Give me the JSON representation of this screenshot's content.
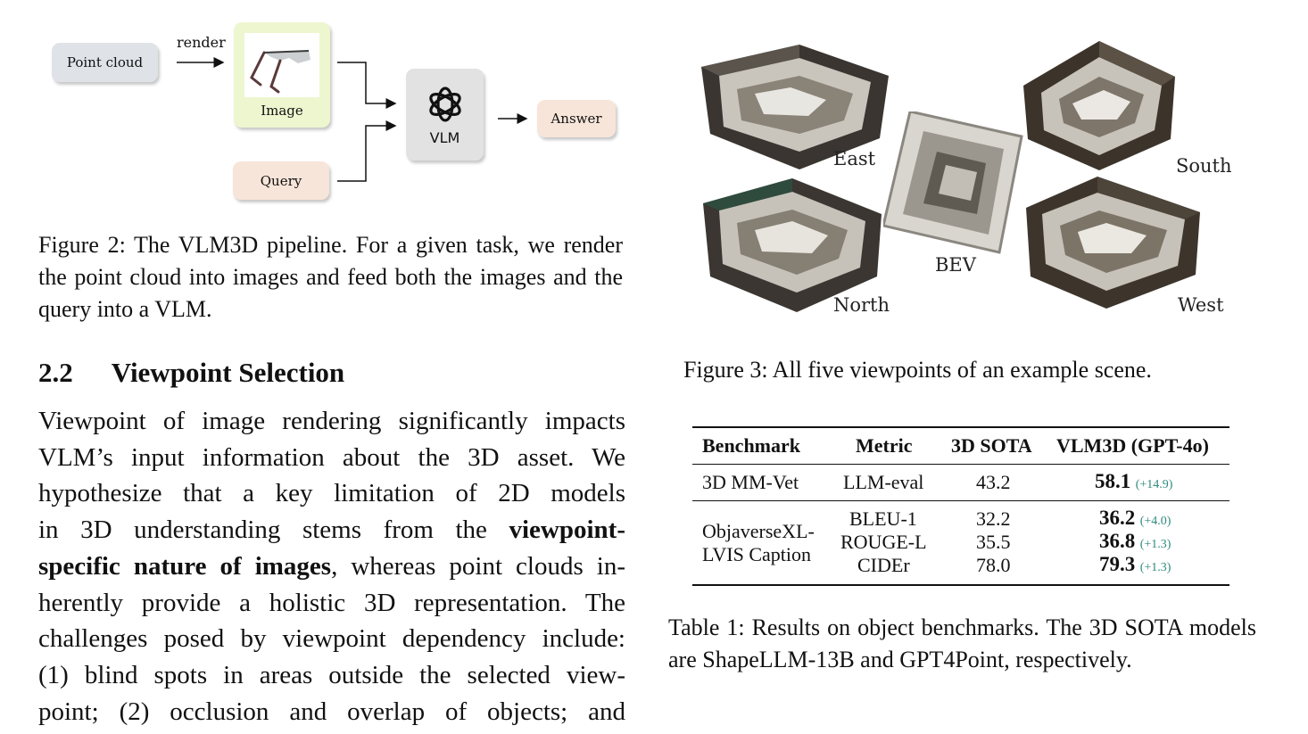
{
  "figure2": {
    "point_cloud": "Point cloud",
    "render": "render",
    "image": "Image",
    "query": "Query",
    "vlm": "VLM",
    "answer": "Answer",
    "caption": "Figure 2: The VLM3D pipeline. For a given task, we render the point cloud into images and feed both the images and the query into a VLM."
  },
  "section": {
    "number": "2.2",
    "title": "Viewpoint Selection",
    "lines": [
      "Viewpoint of image rendering significantly impacts",
      "VLM’s input information about the 3D asset. We",
      "hypothesize that a key limitation of 2D models",
      "in 3D understanding stems from the ",
      "specific nature of images",
      "herently provide a holistic 3D representation. The",
      "challenges posed by viewpoint dependency include:",
      "(1) blind spots in areas outside the selected view-",
      "point; (2) occlusion and overlap of objects; and"
    ],
    "bold_1": "viewpoint-",
    "after_bold_2": ", whereas point clouds in-"
  },
  "figure3": {
    "labels": {
      "east": "East",
      "south": "South",
      "bev": "BEV",
      "north": "North",
      "west": "West"
    },
    "caption": "Figure 3: All five viewpoints of an example scene."
  },
  "table1": {
    "headers": [
      "Benchmark",
      "Metric",
      "3D SOTA",
      "VLM3D (GPT-4o)"
    ],
    "rows": [
      {
        "benchmark": "3D MM-Vet",
        "metric": "LLM-eval",
        "sota": "43.2",
        "vlm": "58.1",
        "delta": "(+14.9)"
      }
    ],
    "group": {
      "benchmark_line1": "ObjaverseXL-",
      "benchmark_line2": "LVIS Caption",
      "metrics": [
        "BLEU-1",
        "ROUGE-L",
        "CIDEr"
      ],
      "sota": [
        "32.2",
        "35.5",
        "78.0"
      ],
      "vlm": [
        "36.2",
        "36.8",
        "79.3"
      ],
      "delta": [
        "(+4.0)",
        "(+1.3)",
        "(+1.3)"
      ]
    },
    "caption": "Table 1: Results on object benchmarks. The 3D SOTA models are ShapeLLM-13B and GPT4Point, respectively."
  },
  "colors": {
    "delta": "#2f8a7e",
    "box_gray": "#dfe3e8",
    "box_peach": "#f7e5d9",
    "box_green": "#eef6cf"
  }
}
